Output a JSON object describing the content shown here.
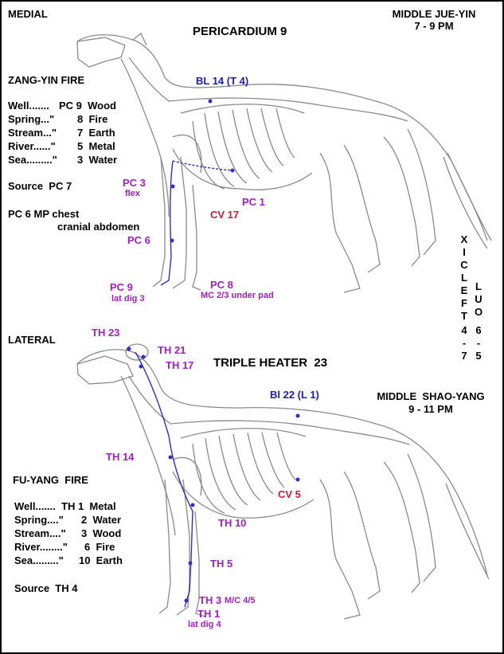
{
  "colors": {
    "purple": "#a020c0",
    "red": "#d01830",
    "blue": "#2020b0",
    "bone": "#9a9a9a"
  },
  "top": {
    "view": "MEDIAL",
    "title": "PERICARDIUM 9",
    "meridian_line1": "MIDDLE JUE-YIN",
    "meridian_line2": "7 - 9 PM",
    "element_heading": "ZANG-YIN FIRE",
    "points": [
      {
        "label": "Well.......",
        "value": "PC 9  Wood"
      },
      {
        "label": "Spring...\"",
        "value": "8  Fire"
      },
      {
        "label": "Stream...\"",
        "value": "7  Earth"
      },
      {
        "label": "River......\"",
        "value": "5  Metal"
      },
      {
        "label": "Sea.........\"",
        "value": "3  Water"
      }
    ],
    "source": "Source  PC 7",
    "mp_line1": "PC 6 MP chest",
    "mp_line2": "cranial abdomen",
    "labels": {
      "bl14": "BL 14 (T 4)",
      "pc3": "PC 3",
      "pc3_sub": "flex",
      "pc1": "PC 1",
      "cv17": "CV 17",
      "pc6": "PC 6",
      "pc9": "PC 9",
      "pc9_sub": "lat dig 3",
      "pc8": "PC 8",
      "pc8_sub": "MC 2/3 under pad"
    }
  },
  "side": {
    "xicleft": [
      "X",
      "I",
      "C",
      "L",
      "E",
      "F",
      "T"
    ],
    "xicleft_vals": [
      "4",
      "-",
      "7"
    ],
    "luo": [
      "L",
      "U",
      "O"
    ],
    "luo_vals": [
      "6",
      "-",
      "5"
    ]
  },
  "bottom": {
    "view": "LATERAL",
    "title": "TRIPLE HEATER  23",
    "meridian_line1": "MIDDLE  SHAO-YANG",
    "meridian_line2": "9 - 11 PM",
    "element_heading": "FU-YANG  FIRE",
    "points": [
      {
        "label": "Well.......",
        "value": "TH 1  Metal"
      },
      {
        "label": "Spring....\"",
        "value": "2  Water"
      },
      {
        "label": "Stream....\"",
        "value": "3  Wood"
      },
      {
        "label": "River........\"",
        "value": "6  Fire"
      },
      {
        "label": "Sea.........\"",
        "value": "10  Earth"
      }
    ],
    "source": "Source  TH 4",
    "labels": {
      "th23": "TH 23",
      "th21": "TH 21",
      "th17": "TH 17",
      "bl22": "Bl 22 (L 1)",
      "th14": "TH 14",
      "cv5": "CV 5",
      "th10": "TH 10",
      "th5": "TH 5",
      "th3": "TH 3",
      "th3_sub": "M/C 4/5",
      "th1": "TH 1",
      "th1_sub": "lat dig 4"
    }
  }
}
